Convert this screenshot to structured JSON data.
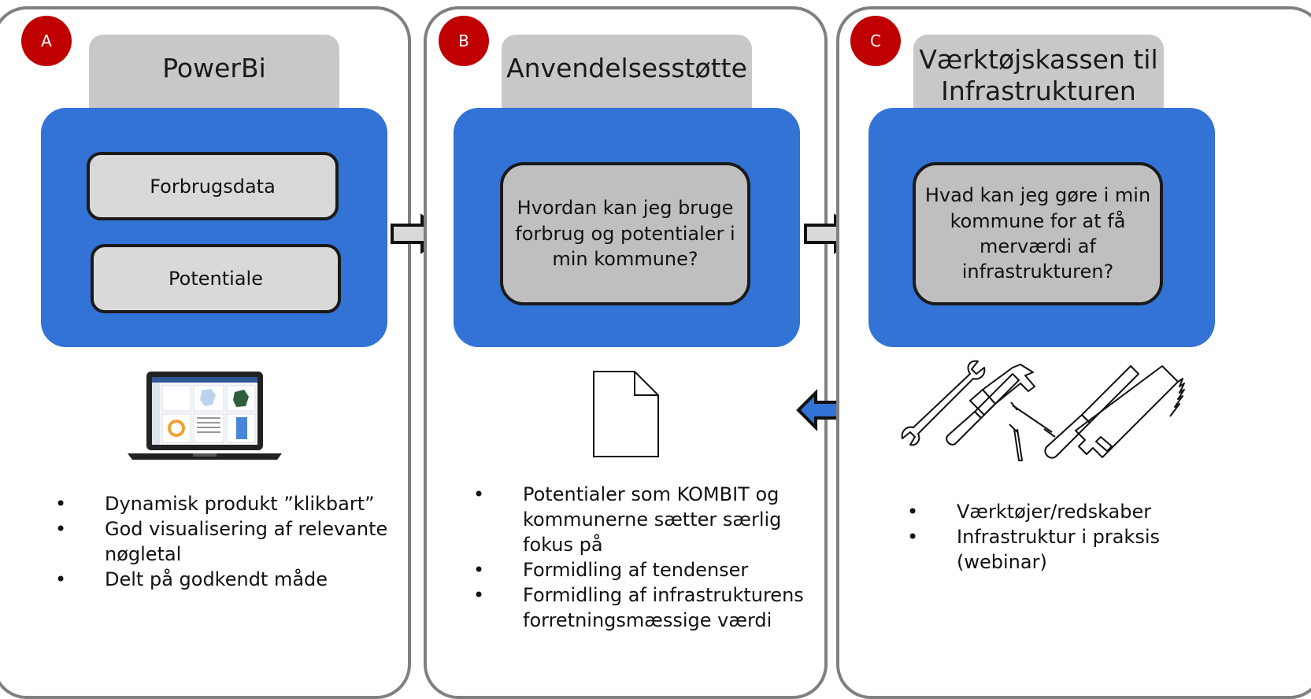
{
  "panels": [
    {
      "badge": "A",
      "title": "PowerBi",
      "boxes": [
        "Forbrugsdata",
        "Potentiale"
      ],
      "icon": "laptop-dashboard-icon",
      "bullets": [
        "Dynamisk produkt ”klikbart”",
        "God visualisering af relevante nøgletal",
        "Delt på godkendt måde"
      ]
    },
    {
      "badge": "B",
      "title": "Anvendelsesstøtte",
      "question": "Hvordan kan jeg bruge forbrug og potentialer i min kommune?",
      "icon": "document-icon",
      "bullets": [
        "Potentialer som KOMBIT og kommunerne sætter særlig fokus på",
        "Formidling af tendenser",
        "Formidling af infrastrukturens forretningsmæssige værdi"
      ]
    },
    {
      "badge": "C",
      "title": "Værktøjskassen til Infrastrukturen",
      "question": "Hvad kan jeg gøre i min kommune for at få merværdi af infrastrukturen?",
      "icon": "tools-icon",
      "bullets": [
        "Værktøjer/redskaber",
        "Infrastruktur i praksis (webinar)"
      ]
    }
  ],
  "colors": {
    "badge": "#c00000",
    "blue": "#3273d5",
    "tab": "#c8c8c8",
    "box": "#d9d9d9",
    "border": "#808080"
  }
}
